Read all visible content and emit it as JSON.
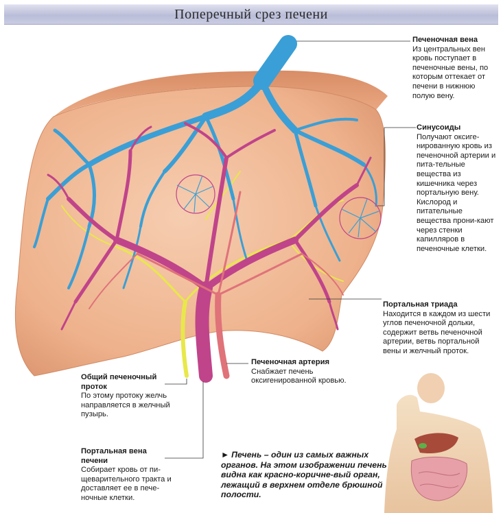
{
  "title": "Поперечный срез печени",
  "labels": {
    "hepatic_vein": {
      "title": "Печеночная вена",
      "text": "Из центральных вен кровь поступает в печеночные вены, по которым оттекает от печени в нижнюю полую вену."
    },
    "sinusoids": {
      "title": "Синусоиды",
      "text": "Получают оксиге-нированную кровь из печеночной артерии и пита-тельные вещества из кишечника через портальную вену. Кислород и питательные вещества прони-кают через стенки капилляров в печеночные клетки."
    },
    "portal_triad": {
      "title": "Портальная триада",
      "text": "Находится в каждом из шести углов печеночной дольки, содержит ветвь печеночной артерии, ветвь портальной вены и желчный проток."
    },
    "hepatic_artery": {
      "title": "Печеночная артерия",
      "text": "Снабжает печень оксигенированной кровью."
    },
    "common_hepatic_duct": {
      "title": "Общий печеночный проток",
      "text": "По этому протоку желчь направляется в желчный пузырь."
    },
    "portal_vein": {
      "title": "Портальная вена печени",
      "text": "Собирает кровь от пи-щеварительного тракта и доставляет ее в пече-ночные клетки."
    }
  },
  "caption": {
    "arrow": "►",
    "text": "Печень – один из самых важных органов. На этом изображении печень видна как красно-коричне-вый орган, лежащий в верхнем отделе брюшной полости."
  },
  "colors": {
    "liver": "#eeb28c",
    "hepatic_vein": "#3a9fd6",
    "portal_vein": "#c0448a",
    "hepatic_artery": "#e0727a",
    "bile_duct": "#e8e84a",
    "title_bar": "#c3c6de"
  }
}
